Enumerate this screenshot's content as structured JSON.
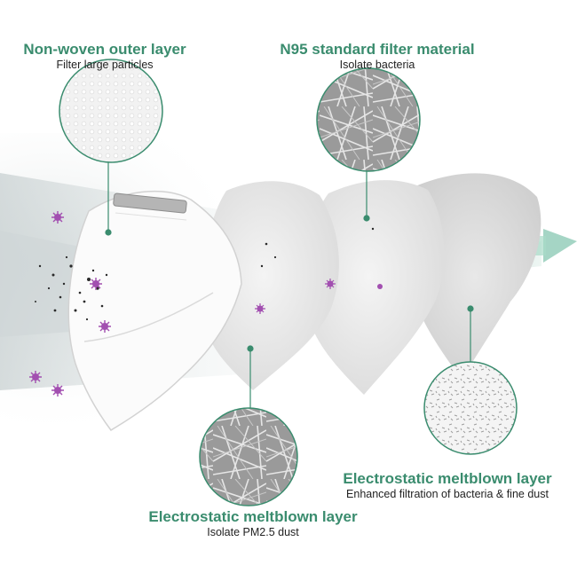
{
  "colors": {
    "accent": "#3a8c6e",
    "caption": "#222222",
    "virus": "#a24fb0",
    "dust": "#2a2a2a",
    "airflow": "#4fa386"
  },
  "callouts": {
    "outer": {
      "title": "Non-woven outer layer",
      "subtitle": "Filter large particles"
    },
    "n95": {
      "title": "N95 standard filter material",
      "subtitle": "Isolate bacteria"
    },
    "meltblown_right": {
      "title": "Electrostatic meltblown layer",
      "subtitle": "Enhanced filtration of bacteria & fine dust"
    },
    "meltblown_bottom": {
      "title": "Electrostatic meltblown layer",
      "subtitle": "Isolate PM2.5 dust"
    }
  },
  "icons": [
    "virus-icon",
    "dust-particle",
    "nose-clip",
    "airflow-arrow"
  ]
}
